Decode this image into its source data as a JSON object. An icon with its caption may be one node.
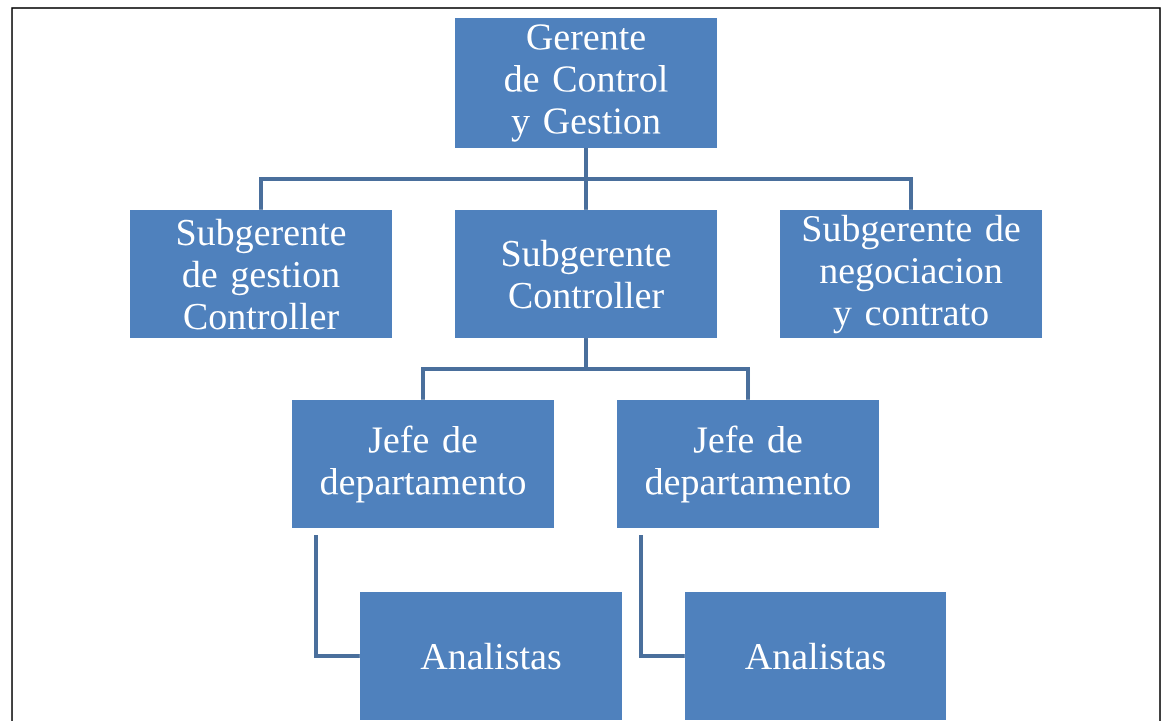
{
  "diagram": {
    "nodes": [
      {
        "text": [
          "Gerente de Control y Gestion"
        ]
      },
      {
        "text": [
          "Subgerente de gestion Controller"
        ]
      },
      {
        "text": [
          "Subgerente Controller"
        ]
      },
      {
        "text": [
          "Subgerente de negociacion y contrato"
        ]
      },
      {
        "text": [
          "Jefe de departamento"
        ]
      },
      {
        "text": [
          "Jefe de departamento"
        ]
      },
      {
        "text": [
          "Analistas"
        ]
      },
      {
        "text": [
          "Analistas"
        ]
      }
    ],
    "edges": [
      {
        "from": 0,
        "to": 1,
        "arrow": "none"
      },
      {
        "from": 0,
        "to": 2,
        "arrow": "none"
      },
      {
        "from": 0,
        "to": 3,
        "arrow": "none"
      },
      {
        "from": 2,
        "to": 4,
        "arrow": "none"
      },
      {
        "from": 2,
        "to": 5,
        "arrow": "none"
      },
      {
        "from": 4,
        "to": 6,
        "arrow": "none"
      },
      {
        "from": 5,
        "to": 7,
        "arrow": "none"
      }
    ]
  }
}
